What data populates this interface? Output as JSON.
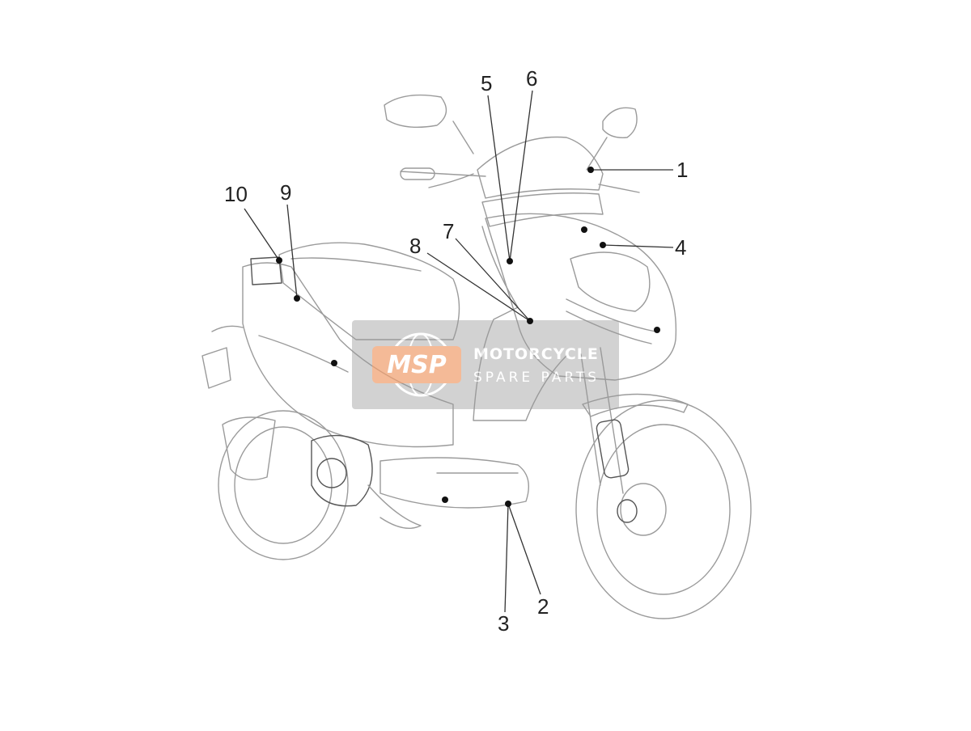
{
  "callouts": [
    {
      "id": "1",
      "label": "1"
    },
    {
      "id": "2",
      "label": "2"
    },
    {
      "id": "3",
      "label": "3"
    },
    {
      "id": "4",
      "label": "4"
    },
    {
      "id": "5",
      "label": "5"
    },
    {
      "id": "6",
      "label": "6"
    },
    {
      "id": "7",
      "label": "7"
    },
    {
      "id": "8",
      "label": "8"
    },
    {
      "id": "9",
      "label": "9"
    },
    {
      "id": "10",
      "label": "10"
    }
  ],
  "watermark": {
    "logo_text": "MSP",
    "line1": "MOTORCYCLE",
    "line2": "SPARE PARTS",
    "box_color": "#9a9a9a",
    "logo_color": "#f0a070"
  },
  "colors": {
    "drawing_stroke": "#9b9b9b",
    "detail_stroke": "#555555",
    "callout_text": "#222222",
    "leader_line": "#333333"
  }
}
